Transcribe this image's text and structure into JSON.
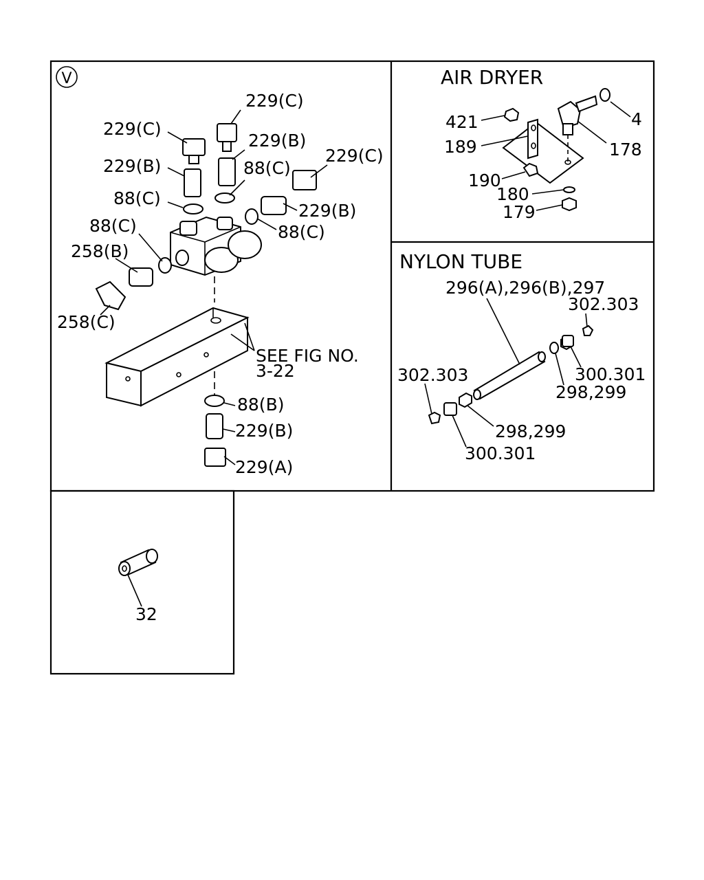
{
  "panels": {
    "main": {
      "marker": "V",
      "labels": [
        "229(C)",
        "229(C)",
        "229(B)",
        "229(B)",
        "88(C)",
        "229(C)",
        "88(C)",
        "229(B)",
        "88(C)",
        "88(C)",
        "258(B)",
        "258(C)",
        "88(B)",
        "229(B)",
        "229(A)"
      ],
      "see_fig_line1": "SEE FIG NO.",
      "see_fig_line2": "3-22"
    },
    "air_dryer": {
      "title": "AIR DRYER",
      "labels": [
        "4",
        "421",
        "189",
        "178",
        "190",
        "180",
        "179"
      ]
    },
    "nylon_tube": {
      "title": "NYLON TUBE",
      "labels": [
        "296(A),296(B),297",
        "302.303",
        "302.303",
        "300.301",
        "298,299",
        "298,299",
        "300.301"
      ]
    },
    "small": {
      "labels": [
        "32"
      ]
    }
  }
}
